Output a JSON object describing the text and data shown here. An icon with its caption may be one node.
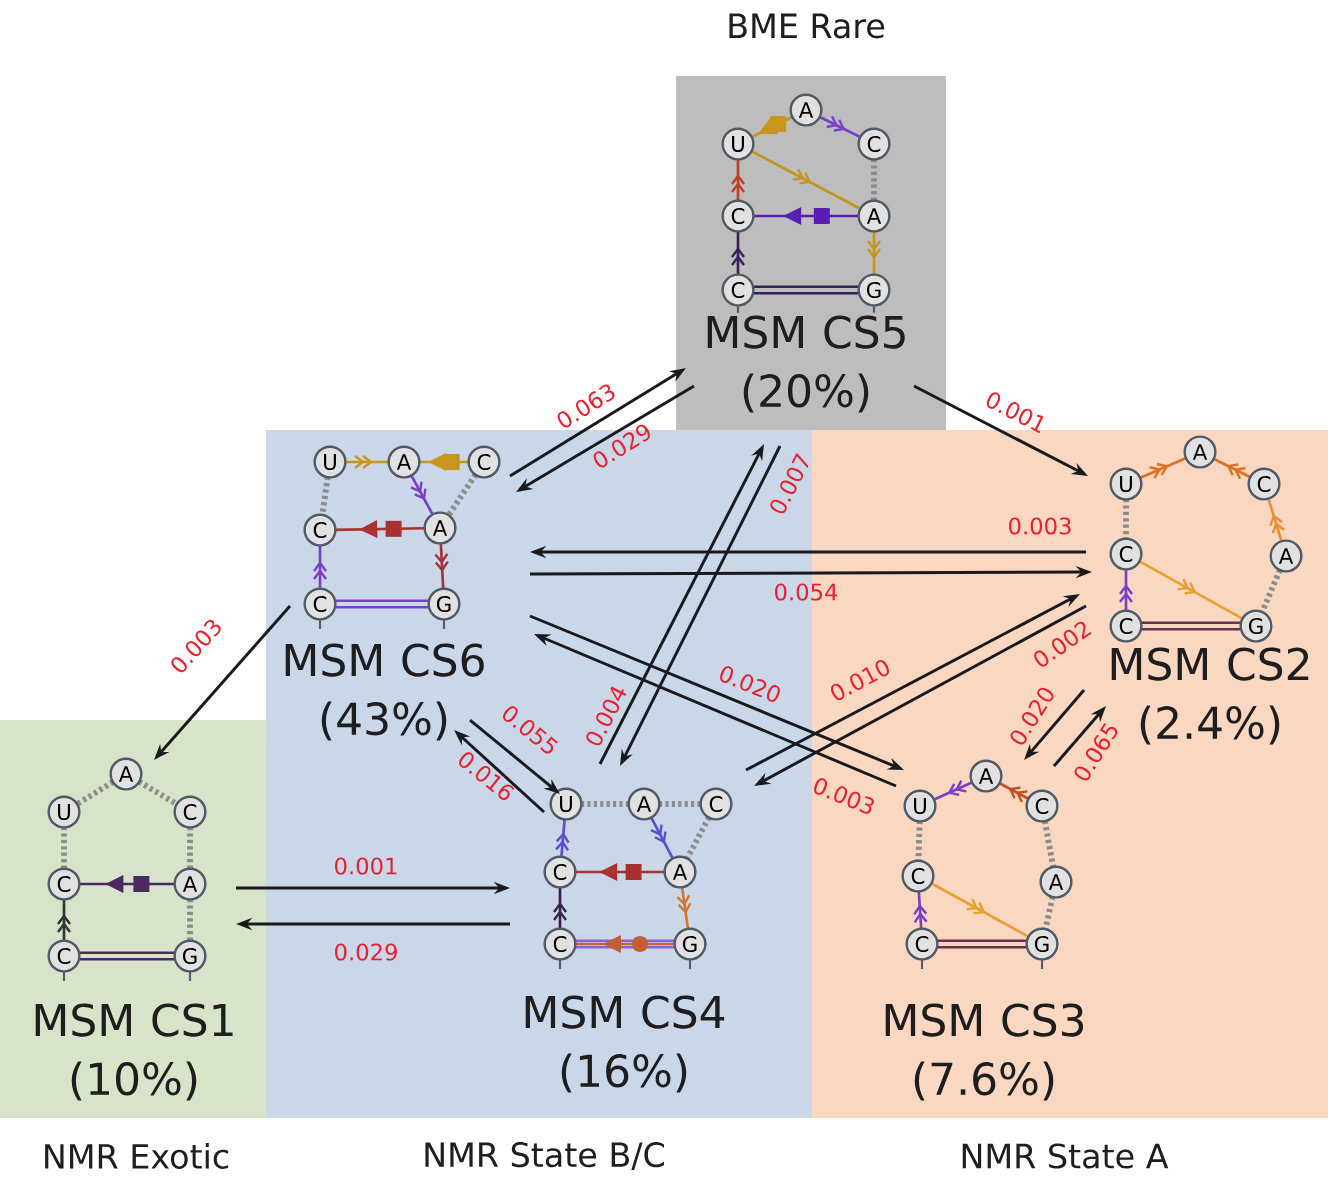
{
  "diagram": {
    "nodes": [
      {
        "text": [
          "BME Rare"
        ]
      },
      {
        "text": [
          "MSM CS5 (20%)"
        ],
        "in": 0
      },
      {
        "text": [
          "NMR Exotic"
        ]
      },
      {
        "text": [
          "MSM CS1 (10%)"
        ],
        "in": 2
      },
      {
        "text": [
          "NMR State B/C"
        ]
      },
      {
        "text": [
          "MSM CS6 (43%)"
        ],
        "in": 4
      },
      {
        "text": [
          "MSM CS4 (16%)"
        ],
        "in": 4
      },
      {
        "text": [
          "NMR State A"
        ]
      },
      {
        "text": [
          "MSM CS2 (2.4%)"
        ],
        "in": 7
      },
      {
        "text": [
          "MSM CS3 (7.6%)"
        ],
        "in": 7
      }
    ],
    "edges": [
      {
        "from": 5,
        "to": 1,
        "arrow": "to",
        "label": "0.063"
      },
      {
        "from": 1,
        "to": 5,
        "arrow": "to",
        "label": "0.029"
      },
      {
        "from": 1,
        "to": 8,
        "arrow": "to",
        "label": "0.001"
      },
      {
        "from": 8,
        "to": 5,
        "arrow": "to",
        "label": "0.003"
      },
      {
        "from": 5,
        "to": 8,
        "arrow": "to",
        "label": "0.054"
      },
      {
        "from": 5,
        "to": 3,
        "arrow": "to",
        "label": "0.003"
      },
      {
        "from": 5,
        "to": 9,
        "arrow": "to",
        "label": "0.020"
      },
      {
        "from": 9,
        "to": 5,
        "arrow": "to",
        "label": "0.003"
      },
      {
        "from": 5,
        "to": 6,
        "arrow": "to",
        "label": "0.055"
      },
      {
        "from": 6,
        "to": 5,
        "arrow": "to",
        "label": "0.016"
      },
      {
        "from": 6,
        "to": 1,
        "arrow": "to",
        "label": "0.004"
      },
      {
        "from": 1,
        "to": 6,
        "arrow": "to",
        "label": "0.007"
      },
      {
        "from": 6,
        "to": 8,
        "arrow": "to",
        "label": "0.010"
      },
      {
        "from": 8,
        "to": 6,
        "arrow": "to",
        "label": "0.002"
      },
      {
        "from": 3,
        "to": 6,
        "arrow": "to",
        "label": "0.001"
      },
      {
        "from": 6,
        "to": 3,
        "arrow": "to",
        "label": "0.029"
      },
      {
        "from": 8,
        "to": 9,
        "arrow": "to",
        "label": "0.020"
      },
      {
        "from": 9,
        "to": 8,
        "arrow": "to",
        "label": "0.065"
      }
    ],
    "labels": [
      "A",
      "U",
      "C",
      "C",
      "A",
      "C",
      "G",
      "A",
      "U",
      "C",
      "C",
      "A",
      "C",
      "G",
      "U",
      "A",
      "C",
      "C",
      "A",
      "C",
      "G",
      "U",
      "A",
      "C",
      "C",
      "A",
      "C",
      "G",
      "A",
      "U",
      "C",
      "C",
      "A",
      "C",
      "G",
      "A",
      "U",
      "C",
      "C",
      "A",
      "C",
      "G"
    ]
  }
}
